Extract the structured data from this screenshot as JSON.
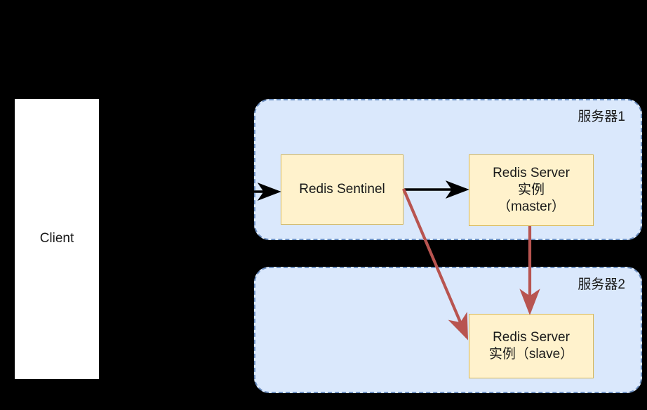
{
  "diagram": {
    "title": "Redis Sentinel architecture",
    "colors": {
      "background": "#000000",
      "group_fill": "#dae8fc",
      "group_stroke": "#6c8ebf",
      "node_fill": "#fff2cc",
      "node_stroke": "#d6b656",
      "client_fill": "#ffffff",
      "black_edge": "#000000",
      "red_edge": "#b85450",
      "text": "#1a1a1a"
    },
    "client": {
      "label": "Client"
    },
    "groups": [
      {
        "id": "server1",
        "label": "服务器1"
      },
      {
        "id": "server2",
        "label": "服务器2"
      }
    ],
    "nodes": [
      {
        "id": "sentinel",
        "label": "Redis Sentinel"
      },
      {
        "id": "master",
        "label": "Redis Server\n实例\n（master）"
      },
      {
        "id": "slave",
        "label": "Redis Server\n实例（slave）"
      }
    ],
    "edges": [
      {
        "id": "client-to-sentinel",
        "from": "client",
        "to": "sentinel",
        "color": "#000000",
        "style": "solid-arrow"
      },
      {
        "id": "sentinel-to-master",
        "from": "sentinel",
        "to": "master",
        "color": "#000000",
        "style": "solid-arrow"
      },
      {
        "id": "sentinel-to-slave",
        "from": "sentinel",
        "to": "slave",
        "color": "#b85450",
        "style": "solid-arrow"
      },
      {
        "id": "master-to-slave",
        "from": "master",
        "to": "slave",
        "color": "#b85450",
        "style": "solid-arrow"
      }
    ]
  }
}
